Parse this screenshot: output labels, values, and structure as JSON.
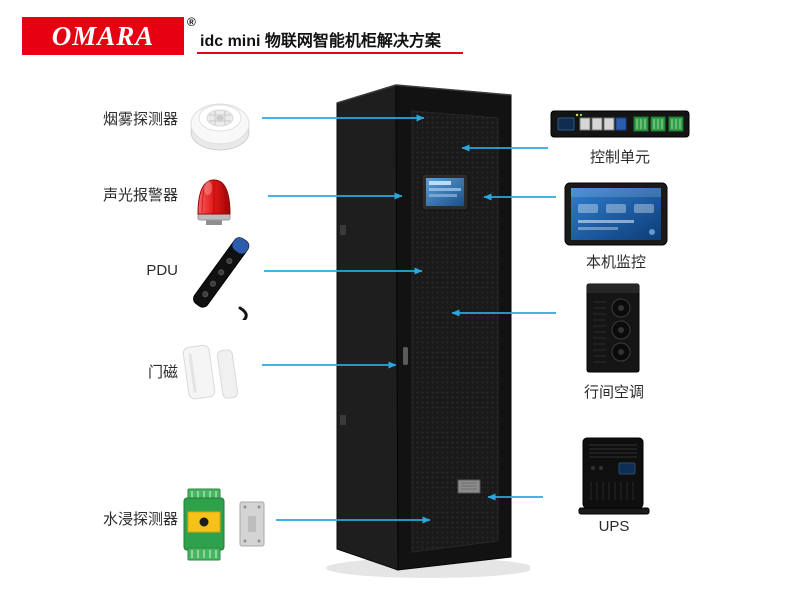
{
  "header": {
    "logo": "OMARA",
    "registered_mark": "®",
    "title": "idc mini 物联网智能机柜解决方案"
  },
  "colors": {
    "brand_red": "#e60012",
    "arrow_blue": "#2aa7df",
    "background": "#ffffff"
  },
  "diagram": {
    "left_items": [
      {
        "label": "烟雾探测器",
        "icon": "smoke-detector-icon"
      },
      {
        "label": "声光报警器",
        "icon": "sound-light-alarm-icon"
      },
      {
        "label": "PDU",
        "icon": "pdu-icon"
      },
      {
        "label": "门磁",
        "icon": "door-magnetic-sensor-icon"
      },
      {
        "label": "水浸探测器",
        "icon": "water-leak-detector-icon"
      }
    ],
    "right_items": [
      {
        "label": "控制单元",
        "icon": "control-unit-icon"
      },
      {
        "label": "本机监控",
        "icon": "local-monitor-icon"
      },
      {
        "label": "行间空调",
        "icon": "inrow-air-conditioner-icon"
      },
      {
        "label": "UPS",
        "icon": "ups-icon"
      }
    ]
  }
}
